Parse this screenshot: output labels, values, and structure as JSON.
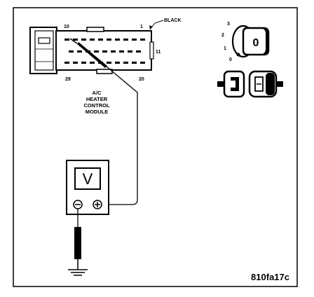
{
  "figure_code": "810fa17c",
  "connector": {
    "color_label": "BLACK",
    "pin_labels": {
      "pin_10": "10",
      "pin_1": "1",
      "pin_11": "11",
      "pin_29": "29",
      "pin_20": "20"
    }
  },
  "module_label": {
    "line1": "A/C",
    "line2": "HEATER",
    "line3": "CONTROL",
    "line4": "MODULE"
  },
  "meter": {
    "display": "V"
  },
  "ignition": {
    "positions": [
      "3",
      "2",
      "1",
      "0"
    ],
    "key_position": "0"
  }
}
